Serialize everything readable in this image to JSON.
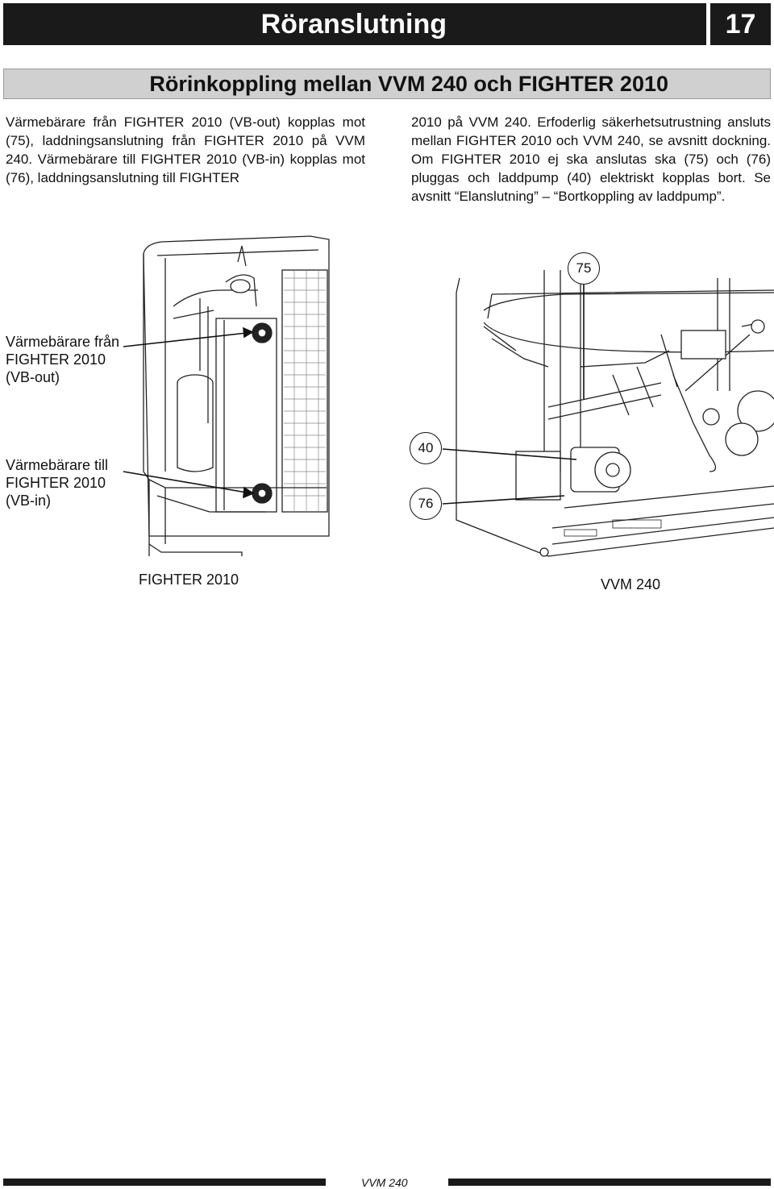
{
  "header": {
    "title": "Röranslutning",
    "page_number": "17"
  },
  "section": {
    "title": "Rörinkoppling mellan VVM 240 och FIGHTER 2010"
  },
  "body": {
    "left": "Värmebärare från FIGHTER 2010 (VB-out) kopplas mot (75), laddningsanslutning från FIGHTER 2010 på VVM 240. Värmebärare till FIGHTER 2010 (VB-in) kopplas mot (76), laddningsanslutning till FIGHTER",
    "right": "2010 på VVM 240. Erfoderlig säkerhetsutrustning ansluts mellan FIGHTER 2010 och VVM 240, se avsnitt dockning. Om FIGHTER 2010 ej ska anslutas ska (75) och (76) pluggas och laddpump (40) elektriskt kopplas bort. Se avsnitt “Elanslutning” – “Bortkoppling av laddpump”."
  },
  "figure": {
    "label_vb_out": [
      "Värmebärare från",
      "FIGHTER 2010",
      "(VB-out)"
    ],
    "label_vb_in": [
      "Värmebärare till",
      "FIGHTER 2010",
      "(VB-in)"
    ],
    "callouts": {
      "c75": "75",
      "c40": "40",
      "c76": "76"
    },
    "caption_fighter": "FIGHTER 2010",
    "caption_vvm": "VVM 240"
  },
  "footer": {
    "text": "VVM 240"
  }
}
